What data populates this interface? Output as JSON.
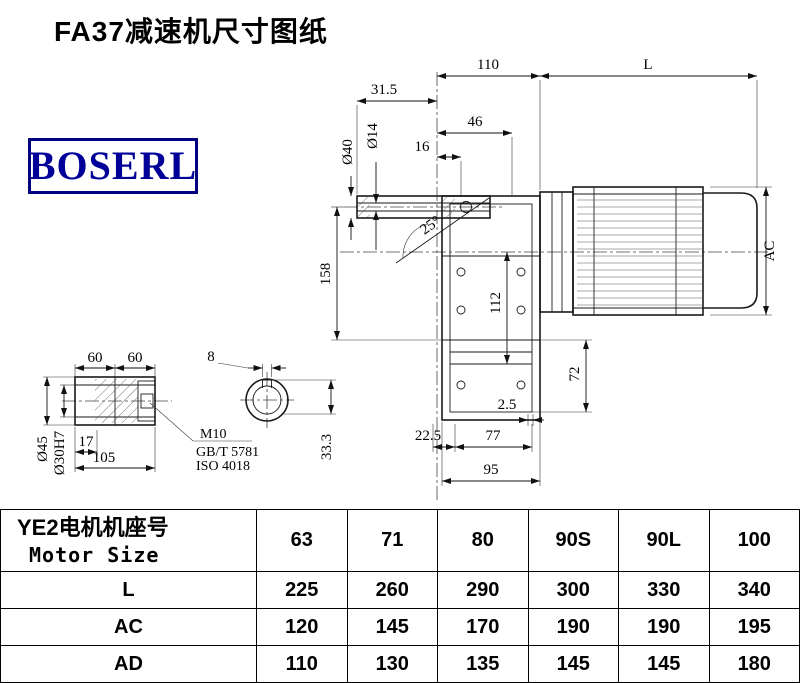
{
  "page": {
    "title": "FA37减速机尺寸图纸",
    "background": "#ffffff"
  },
  "logo": {
    "text": "BOSERL",
    "color": "#000099",
    "border_color": "#000080"
  },
  "drawing": {
    "main_view": {
      "dim_110": "110",
      "dim_L": "L",
      "dim_31_5": "31.5",
      "dim_46": "46",
      "dim_16": "16",
      "dia_40": "Ø40",
      "dia_14": "Ø14",
      "angle_25": "25°",
      "dim_158": "158",
      "dim_112": "112",
      "dim_AC": "AC",
      "dim_72": "72",
      "dim_2_5": "2.5",
      "dim_22_5": "22.5",
      "dim_77": "77",
      "dim_95": "95"
    },
    "shaft_detail": {
      "dim_60_left": "60",
      "dim_60_right": "60",
      "dim_8": "8",
      "dia_45": "Ø45",
      "dia_30": "Ø30H7",
      "dim_17": "17",
      "dim_105": "105",
      "dim_33_3": "33.3",
      "bolt_spec": "M10",
      "standard_1": "GB/T 5781",
      "standard_2": "ISO 4018"
    }
  },
  "table": {
    "header": {
      "label_cn": "YE2电机机座号",
      "label_en": "Motor Size",
      "columns": [
        "63",
        "71",
        "80",
        "90S",
        "90L",
        "100"
      ]
    },
    "rows": [
      {
        "label": "L",
        "values": [
          "225",
          "260",
          "290",
          "300",
          "330",
          "340"
        ]
      },
      {
        "label": "AC",
        "values": [
          "120",
          "145",
          "170",
          "190",
          "190",
          "195"
        ]
      },
      {
        "label": "AD",
        "values": [
          "110",
          "130",
          "135",
          "145",
          "145",
          "180"
        ]
      }
    ]
  }
}
